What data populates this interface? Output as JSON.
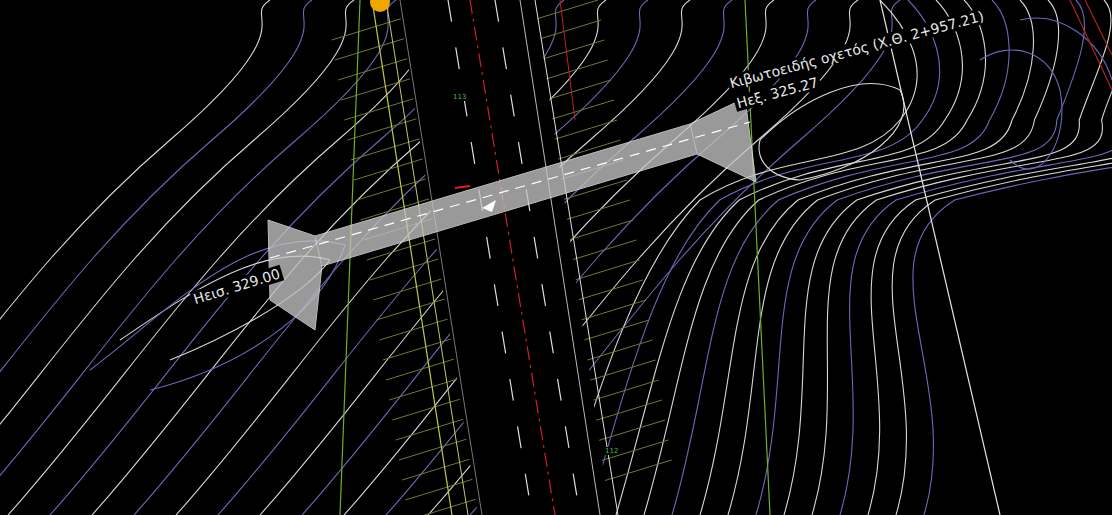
{
  "diagram": {
    "labels": [
      "Κιβωτοειδής οχετός (Χ.Θ. 2+957.21)",
      "Ηεξ. 325.27",
      "Ηεισ. 329.00",
      "113",
      "112"
    ]
  }
}
